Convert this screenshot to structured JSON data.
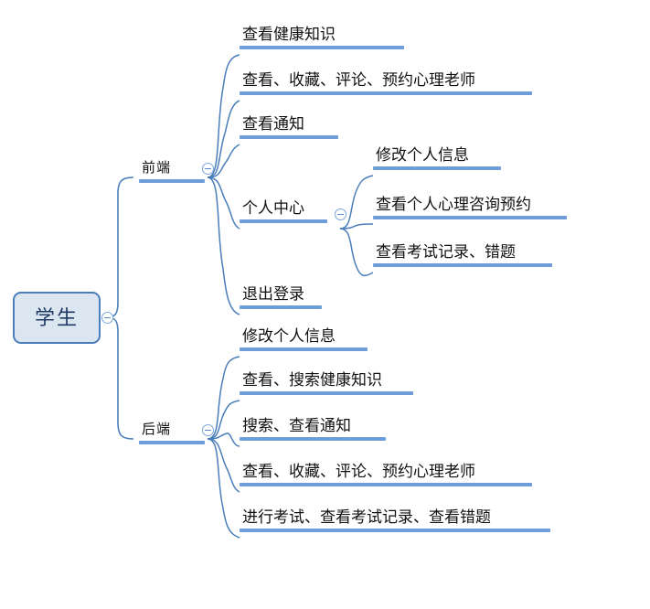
{
  "diagram": {
    "type": "mind-map",
    "title": "学生",
    "colors": {
      "branch_bar": "#6d9eda",
      "edge": "#4a7ebb",
      "root_fill": "#dce6f1",
      "root_border": "#4a7ebb",
      "root_text": "#1f3864",
      "node_text": "#111111",
      "toggle_border": "#7ba7dd"
    }
  },
  "root": {
    "label": "学生",
    "toggle": "collapse-minus-icon"
  },
  "branches": [
    {
      "id": "frontend",
      "label": "前端",
      "toggle": "collapse-minus-icon",
      "children": [
        {
          "id": "f1",
          "label": "查看健康知识"
        },
        {
          "id": "f2",
          "label": "查看、收藏、评论、预约心理老师"
        },
        {
          "id": "f3",
          "label": "查看通知"
        },
        {
          "id": "f4",
          "label": "个人中心",
          "toggle": "collapse-minus-icon",
          "children": [
            {
              "id": "f4a",
              "label": "修改个人信息"
            },
            {
              "id": "f4b",
              "label": "查看个人心理咨询预约"
            },
            {
              "id": "f4c",
              "label": "查看考试记录、错题"
            }
          ]
        },
        {
          "id": "f5",
          "label": "退出登录"
        }
      ]
    },
    {
      "id": "backend",
      "label": "后端",
      "toggle": "collapse-minus-icon",
      "children": [
        {
          "id": "b1",
          "label": "修改个人信息"
        },
        {
          "id": "b2",
          "label": "查看、搜索健康知识"
        },
        {
          "id": "b3",
          "label": "搜索、查看通知"
        },
        {
          "id": "b4",
          "label": "查看、收藏、评论、预约心理老师"
        },
        {
          "id": "b5",
          "label": "进行考试、查看考试记录、查看错题"
        }
      ]
    }
  ]
}
